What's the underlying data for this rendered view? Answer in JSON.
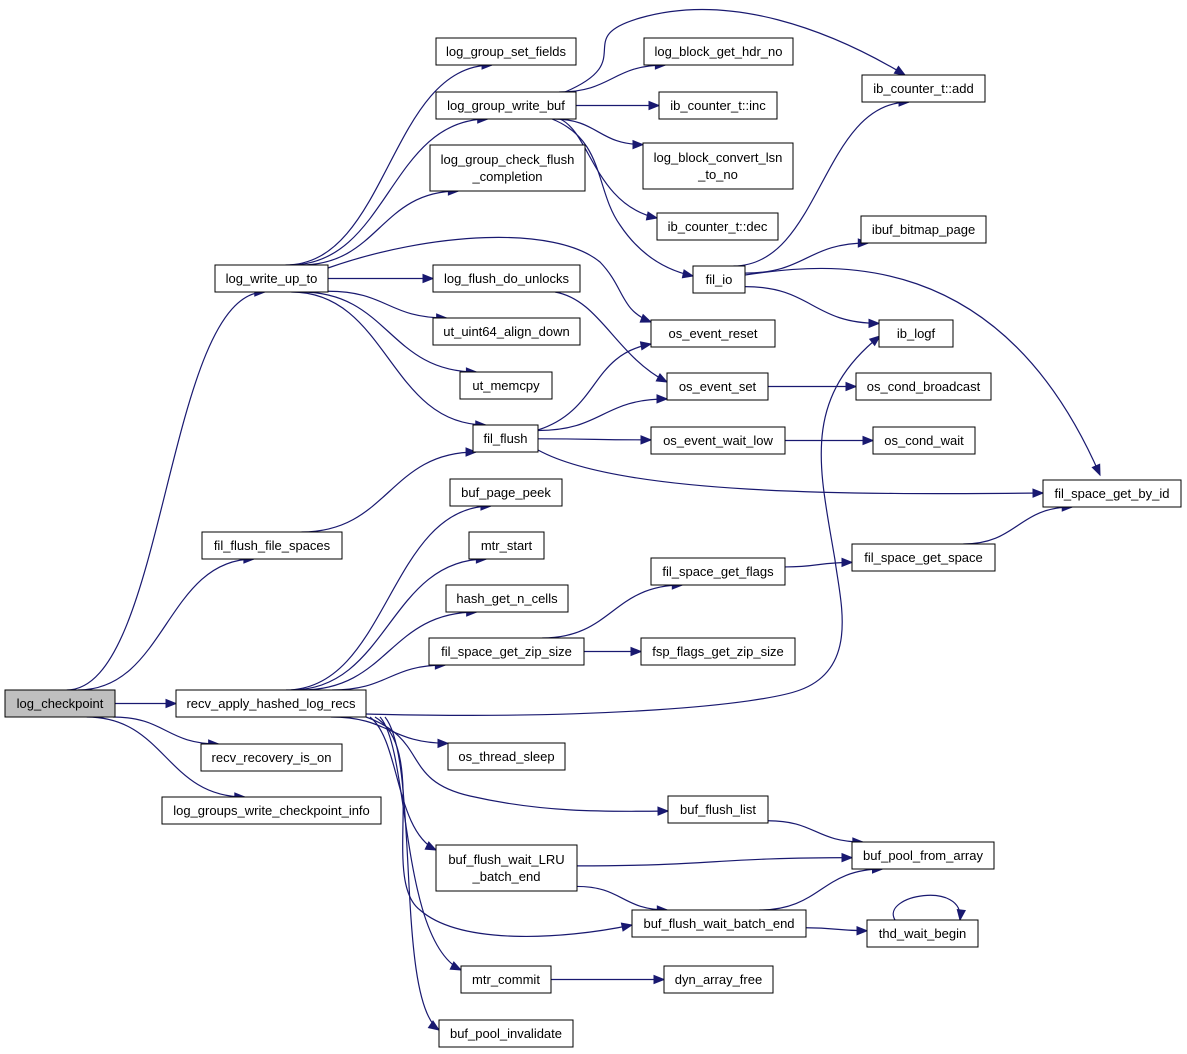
{
  "diagram": {
    "title": "",
    "colors": {
      "edge": "#191970",
      "node_border": "#000000",
      "node_fill": "#ffffff",
      "root_fill": "#bfbfbf"
    },
    "nodes": [
      {
        "id": "log_checkpoint",
        "lines": [
          "log_checkpoint"
        ],
        "root": true
      },
      {
        "id": "log_write_up_to",
        "lines": [
          "log_write_up_to"
        ]
      },
      {
        "id": "fil_flush_file_spaces",
        "lines": [
          "fil_flush_file_spaces"
        ]
      },
      {
        "id": "recv_apply_hashed_log_recs",
        "lines": [
          "recv_apply_hashed_log_recs"
        ]
      },
      {
        "id": "recv_recovery_is_on",
        "lines": [
          "recv_recovery_is_on"
        ]
      },
      {
        "id": "log_groups_write_checkpoint_info",
        "lines": [
          "log_groups_write_checkpoint_info"
        ]
      },
      {
        "id": "log_group_set_fields",
        "lines": [
          "log_group_set_fields"
        ]
      },
      {
        "id": "log_group_write_buf",
        "lines": [
          "log_group_write_buf"
        ]
      },
      {
        "id": "log_group_check_flush_completion",
        "lines": [
          "log_group_check_flush",
          "_completion"
        ]
      },
      {
        "id": "log_flush_do_unlocks",
        "lines": [
          "log_flush_do_unlocks"
        ]
      },
      {
        "id": "ut_uint64_align_down",
        "lines": [
          "ut_uint64_align_down"
        ]
      },
      {
        "id": "ut_memcpy",
        "lines": [
          "ut_memcpy"
        ]
      },
      {
        "id": "fil_flush",
        "lines": [
          "fil_flush"
        ]
      },
      {
        "id": "buf_page_peek",
        "lines": [
          "buf_page_peek"
        ]
      },
      {
        "id": "mtr_start",
        "lines": [
          "mtr_start"
        ]
      },
      {
        "id": "hash_get_n_cells",
        "lines": [
          "hash_get_n_cells"
        ]
      },
      {
        "id": "fil_space_get_zip_size",
        "lines": [
          "fil_space_get_zip_size"
        ]
      },
      {
        "id": "os_thread_sleep",
        "lines": [
          "os_thread_sleep"
        ]
      },
      {
        "id": "buf_flush_wait_LRU_batch_end",
        "lines": [
          "buf_flush_wait_LRU",
          "_batch_end"
        ]
      },
      {
        "id": "mtr_commit",
        "lines": [
          "mtr_commit"
        ]
      },
      {
        "id": "buf_pool_invalidate",
        "lines": [
          "buf_pool_invalidate"
        ]
      },
      {
        "id": "log_block_get_hdr_no",
        "lines": [
          "log_block_get_hdr_no"
        ]
      },
      {
        "id": "ib_counter_inc",
        "lines": [
          "ib_counter_t::inc"
        ]
      },
      {
        "id": "log_block_convert_lsn_to_no",
        "lines": [
          "log_block_convert_lsn",
          "_to_no"
        ]
      },
      {
        "id": "ib_counter_dec",
        "lines": [
          "ib_counter_t::dec"
        ]
      },
      {
        "id": "fil_io",
        "lines": [
          "fil_io"
        ]
      },
      {
        "id": "os_event_reset",
        "lines": [
          "os_event_reset"
        ]
      },
      {
        "id": "os_event_set",
        "lines": [
          "os_event_set"
        ]
      },
      {
        "id": "os_event_wait_low",
        "lines": [
          "os_event_wait_low"
        ]
      },
      {
        "id": "fil_space_get_flags",
        "lines": [
          "fil_space_get_flags"
        ]
      },
      {
        "id": "fsp_flags_get_zip_size",
        "lines": [
          "fsp_flags_get_zip_size"
        ]
      },
      {
        "id": "buf_flush_list",
        "lines": [
          "buf_flush_list"
        ]
      },
      {
        "id": "buf_flush_wait_batch_end",
        "lines": [
          "buf_flush_wait_batch_end"
        ]
      },
      {
        "id": "dyn_array_free",
        "lines": [
          "dyn_array_free"
        ]
      },
      {
        "id": "ib_counter_add",
        "lines": [
          "ib_counter_t::add"
        ]
      },
      {
        "id": "ibuf_bitmap_page",
        "lines": [
          "ibuf_bitmap_page"
        ]
      },
      {
        "id": "ib_logf",
        "lines": [
          "ib_logf"
        ]
      },
      {
        "id": "os_cond_broadcast",
        "lines": [
          "os_cond_broadcast"
        ]
      },
      {
        "id": "os_cond_wait",
        "lines": [
          "os_cond_wait"
        ]
      },
      {
        "id": "fil_space_get_by_id",
        "lines": [
          "fil_space_get_by_id"
        ]
      },
      {
        "id": "fil_space_get_space",
        "lines": [
          "fil_space_get_space"
        ]
      },
      {
        "id": "buf_pool_from_array",
        "lines": [
          "buf_pool_from_array"
        ]
      },
      {
        "id": "thd_wait_begin",
        "lines": [
          "thd_wait_begin"
        ]
      }
    ],
    "edges": [
      {
        "from": "log_checkpoint",
        "to": "log_write_up_to"
      },
      {
        "from": "log_checkpoint",
        "to": "fil_flush_file_spaces"
      },
      {
        "from": "log_checkpoint",
        "to": "recv_apply_hashed_log_recs"
      },
      {
        "from": "log_checkpoint",
        "to": "recv_recovery_is_on"
      },
      {
        "from": "log_checkpoint",
        "to": "log_groups_write_checkpoint_info"
      },
      {
        "from": "log_write_up_to",
        "to": "log_group_set_fields"
      },
      {
        "from": "log_write_up_to",
        "to": "log_group_write_buf"
      },
      {
        "from": "log_write_up_to",
        "to": "log_group_check_flush_completion"
      },
      {
        "from": "log_write_up_to",
        "to": "log_flush_do_unlocks"
      },
      {
        "from": "log_write_up_to",
        "to": "ut_uint64_align_down"
      },
      {
        "from": "log_write_up_to",
        "to": "ut_memcpy"
      },
      {
        "from": "log_write_up_to",
        "to": "fil_flush"
      },
      {
        "from": "log_write_up_to",
        "to": "os_event_reset"
      },
      {
        "from": "log_group_write_buf",
        "to": "log_block_get_hdr_no"
      },
      {
        "from": "log_group_write_buf",
        "to": "ib_counter_inc"
      },
      {
        "from": "log_group_write_buf",
        "to": "log_block_convert_lsn_to_no"
      },
      {
        "from": "log_group_write_buf",
        "to": "ib_counter_dec"
      },
      {
        "from": "log_group_write_buf",
        "to": "fil_io"
      },
      {
        "from": "log_group_write_buf",
        "to": "ib_counter_add"
      },
      {
        "from": "log_flush_do_unlocks",
        "to": "os_event_set"
      },
      {
        "from": "fil_flush",
        "to": "os_event_reset"
      },
      {
        "from": "fil_flush",
        "to": "os_event_set"
      },
      {
        "from": "fil_flush",
        "to": "os_event_wait_low"
      },
      {
        "from": "fil_flush",
        "to": "fil_space_get_by_id"
      },
      {
        "from": "fil_flush_file_spaces",
        "to": "fil_flush"
      },
      {
        "from": "fil_io",
        "to": "ib_counter_add"
      },
      {
        "from": "fil_io",
        "to": "ibuf_bitmap_page"
      },
      {
        "from": "fil_io",
        "to": "ib_logf"
      },
      {
        "from": "fil_io",
        "to": "fil_space_get_by_id"
      },
      {
        "from": "os_event_set",
        "to": "os_cond_broadcast"
      },
      {
        "from": "os_event_wait_low",
        "to": "os_cond_wait"
      },
      {
        "from": "recv_apply_hashed_log_recs",
        "to": "buf_page_peek"
      },
      {
        "from": "recv_apply_hashed_log_recs",
        "to": "mtr_start"
      },
      {
        "from": "recv_apply_hashed_log_recs",
        "to": "hash_get_n_cells"
      },
      {
        "from": "recv_apply_hashed_log_recs",
        "to": "fil_space_get_zip_size"
      },
      {
        "from": "recv_apply_hashed_log_recs",
        "to": "ib_logf"
      },
      {
        "from": "recv_apply_hashed_log_recs",
        "to": "os_thread_sleep"
      },
      {
        "from": "recv_apply_hashed_log_recs",
        "to": "buf_flush_list"
      },
      {
        "from": "recv_apply_hashed_log_recs",
        "to": "buf_flush_wait_LRU_batch_end"
      },
      {
        "from": "recv_apply_hashed_log_recs",
        "to": "buf_flush_wait_batch_end"
      },
      {
        "from": "recv_apply_hashed_log_recs",
        "to": "mtr_commit"
      },
      {
        "from": "recv_apply_hashed_log_recs",
        "to": "buf_pool_invalidate"
      },
      {
        "from": "fil_space_get_zip_size",
        "to": "fil_space_get_flags"
      },
      {
        "from": "fil_space_get_zip_size",
        "to": "fsp_flags_get_zip_size"
      },
      {
        "from": "fil_space_get_flags",
        "to": "fil_space_get_space"
      },
      {
        "from": "fil_space_get_space",
        "to": "fil_space_get_by_id"
      },
      {
        "from": "buf_flush_list",
        "to": "buf_pool_from_array"
      },
      {
        "from": "buf_flush_wait_LRU_batch_end",
        "to": "buf_pool_from_array"
      },
      {
        "from": "buf_flush_wait_LRU_batch_end",
        "to": "buf_flush_wait_batch_end"
      },
      {
        "from": "buf_flush_wait_batch_end",
        "to": "buf_pool_from_array"
      },
      {
        "from": "buf_flush_wait_batch_end",
        "to": "thd_wait_begin"
      },
      {
        "from": "thd_wait_begin",
        "to": "thd_wait_begin"
      },
      {
        "from": "mtr_commit",
        "to": "dyn_array_free"
      }
    ]
  }
}
